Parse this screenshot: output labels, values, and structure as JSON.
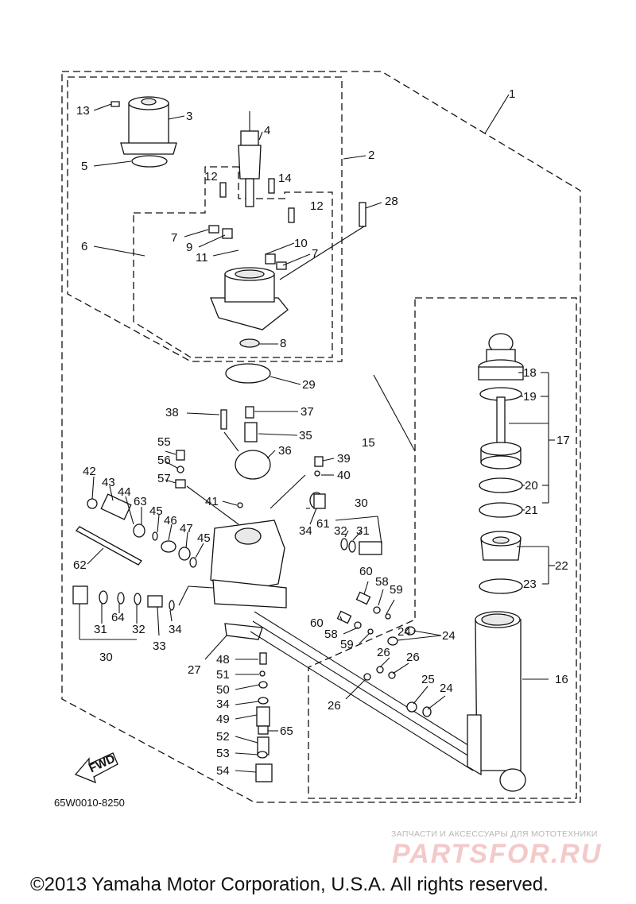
{
  "diagram": {
    "callouts": [
      "1",
      "2",
      "3",
      "4",
      "5",
      "6",
      "7",
      "7",
      "8",
      "9",
      "10",
      "11",
      "12",
      "12",
      "13",
      "14",
      "15",
      "16",
      "17",
      "18",
      "19",
      "20",
      "21",
      "22",
      "23",
      "24",
      "24",
      "24",
      "25",
      "26",
      "26",
      "26",
      "27",
      "28",
      "29",
      "30",
      "30",
      "31",
      "31",
      "32",
      "32",
      "33",
      "34",
      "34",
      "34",
      "35",
      "36",
      "37",
      "38",
      "39",
      "40",
      "41",
      "42",
      "43",
      "44",
      "45",
      "45",
      "46",
      "47",
      "48",
      "49",
      "50",
      "51",
      "52",
      "53",
      "54",
      "55",
      "56",
      "57",
      "58",
      "58",
      "59",
      "59",
      "60",
      "60",
      "61",
      "62",
      "63",
      "64",
      "65"
    ],
    "fwd_label": "FWD",
    "diagram_code": "65W0010-8250"
  },
  "watermark": {
    "tagline": "ЗАПЧАСТИ И АКСЕССУАРЫ ДЛЯ МОТОТЕХНИКИ",
    "logo": "PARTSFOR.RU"
  },
  "footer": {
    "copyright": "©2013 Yamaha Motor Corporation, U.S.A. All rights reserved."
  }
}
